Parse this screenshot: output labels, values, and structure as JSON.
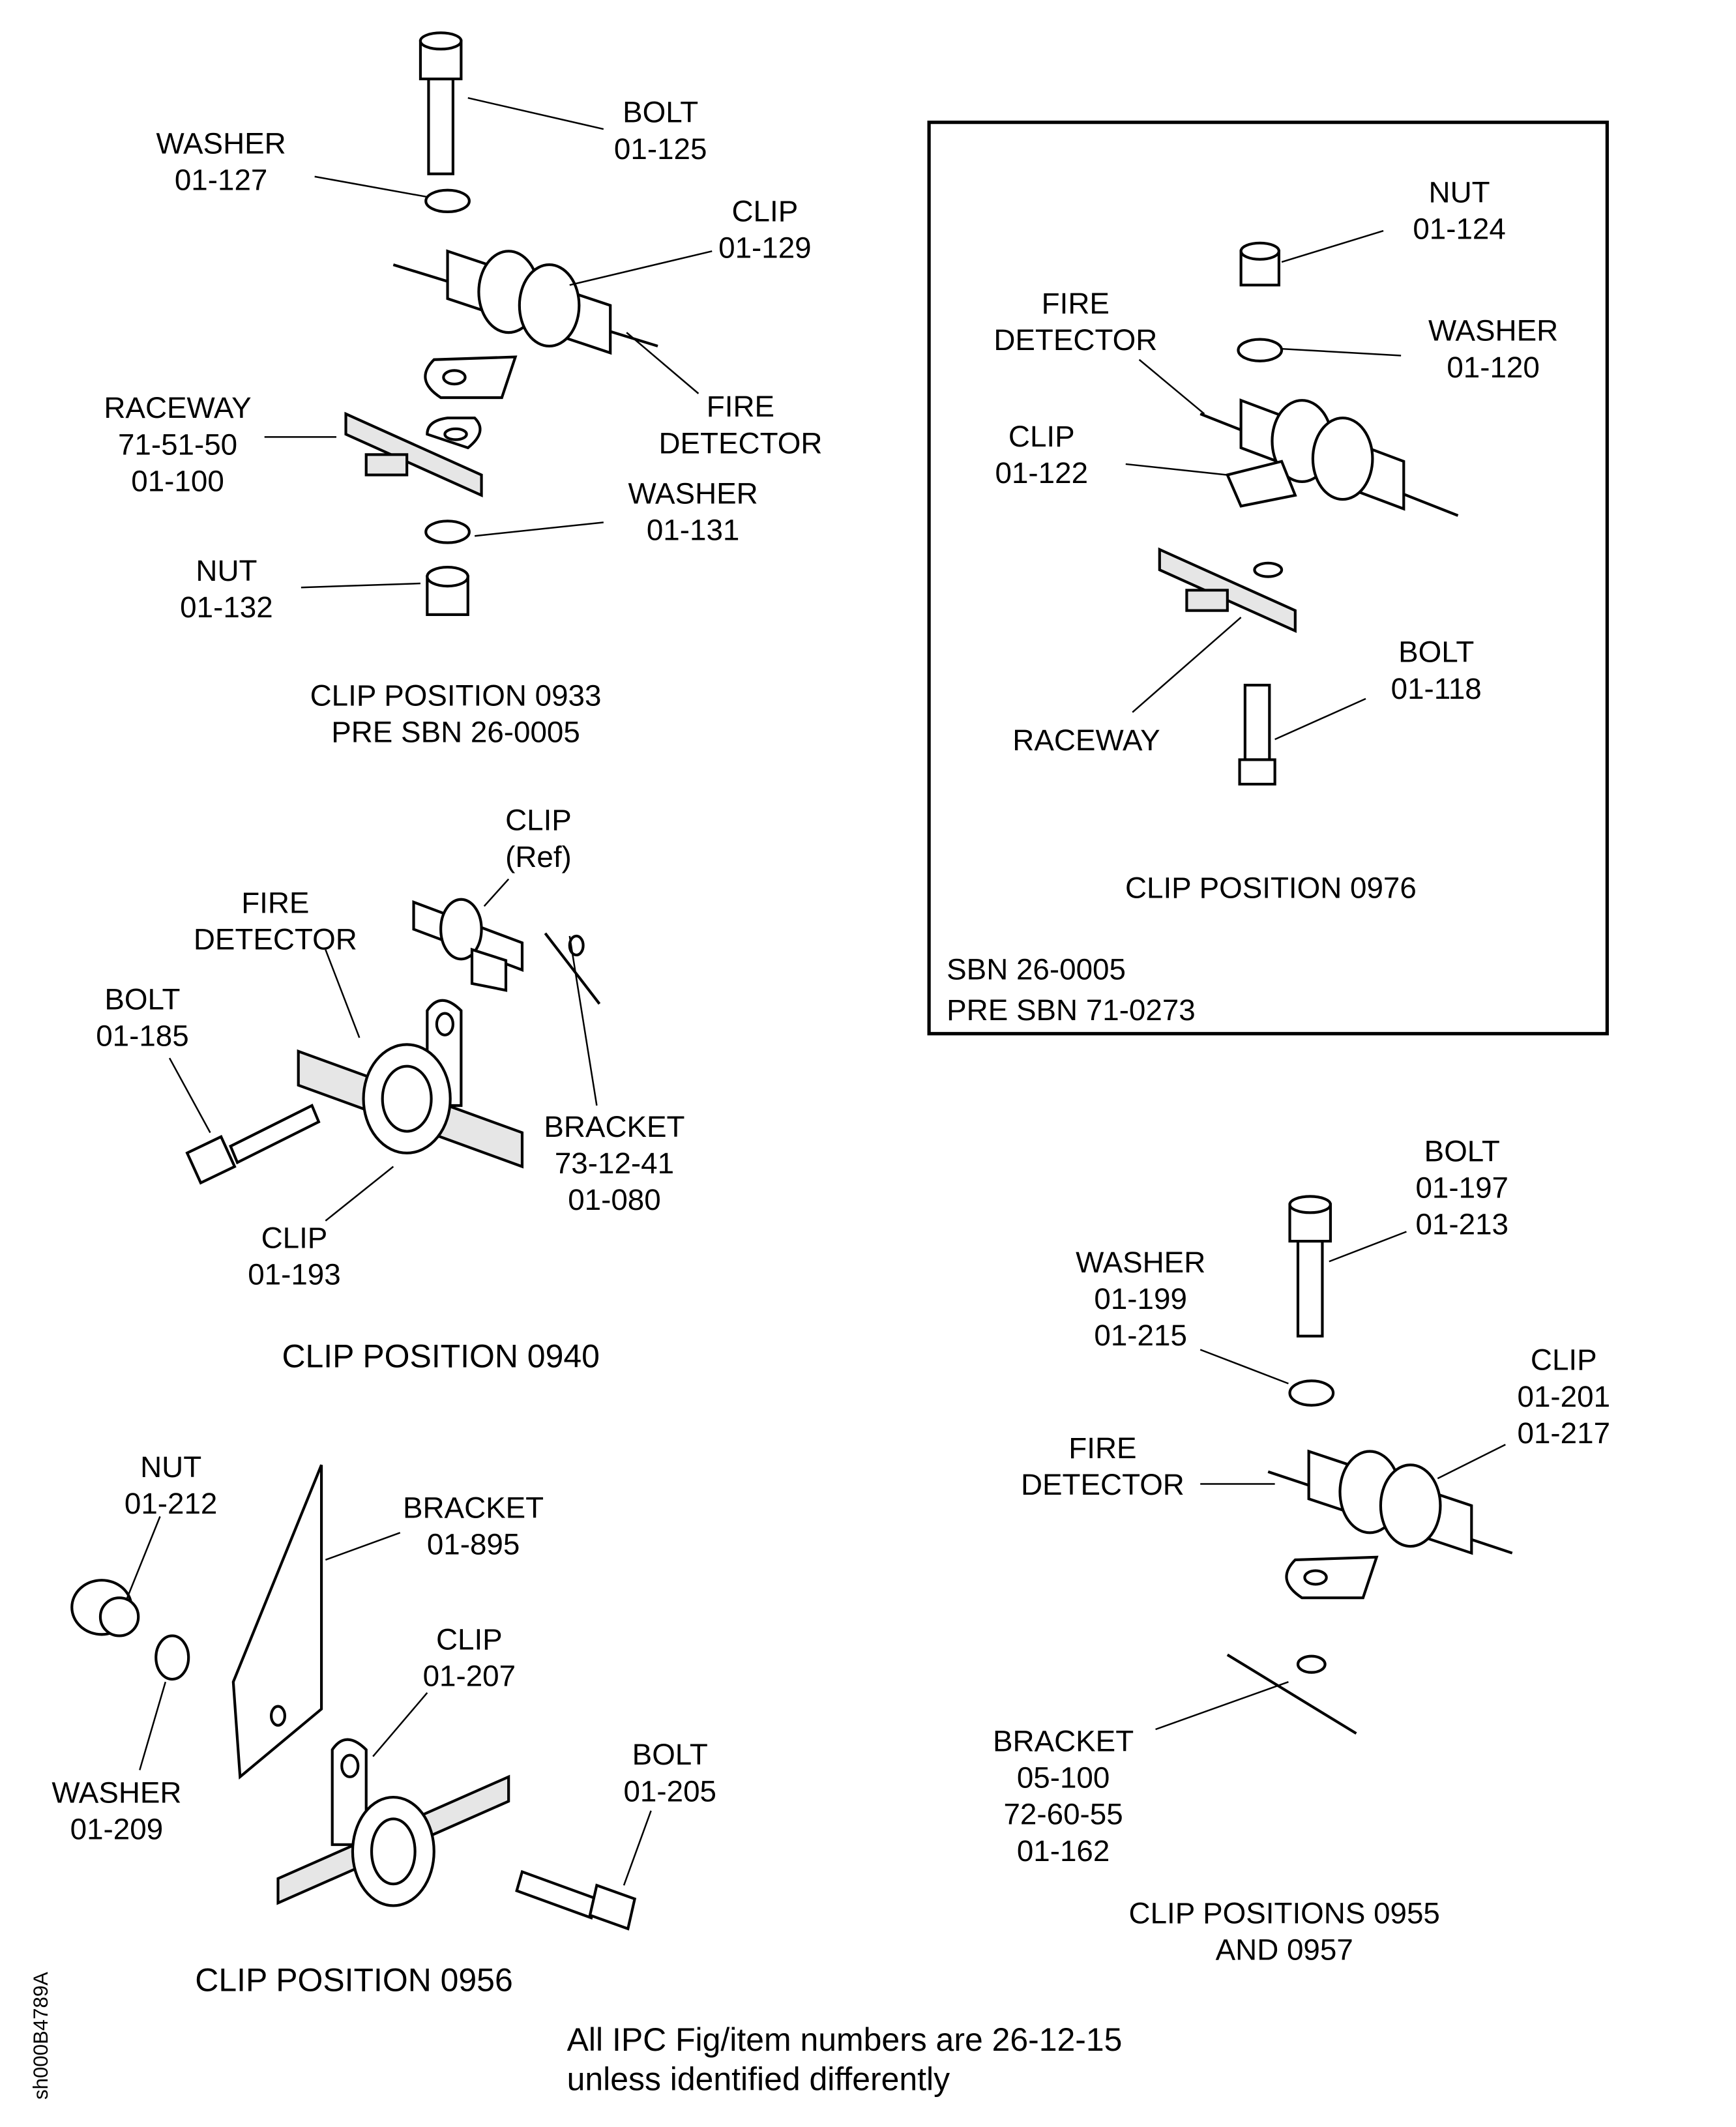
{
  "labels": {
    "bolt_0933": [
      "BOLT",
      "01-125"
    ],
    "washer_0933_top": [
      "WASHER",
      "01-127"
    ],
    "clip_0933": [
      "CLIP",
      "01-129"
    ],
    "raceway_0933": [
      "RACEWAY",
      "71-51-50",
      "01-100"
    ],
    "fire_detector_0933": [
      "FIRE",
      "DETECTOR"
    ],
    "washer_0933_bottom": [
      "WASHER",
      "01-131"
    ],
    "nut_0933": [
      "NUT",
      "01-132"
    ],
    "nut_0976": [
      "NUT",
      "01-124"
    ],
    "fire_detector_0976": [
      "FIRE",
      "DETECTOR"
    ],
    "washer_0976": [
      "WASHER",
      "01-120"
    ],
    "clip_0976": [
      "CLIP",
      "01-122"
    ],
    "bolt_0976": [
      "BOLT",
      "01-118"
    ],
    "raceway_0976": [
      "RACEWAY"
    ],
    "clip_ref_0940": [
      "CLIP",
      "(Ref)"
    ],
    "fire_detector_0940": [
      "FIRE",
      "DETECTOR"
    ],
    "bolt_0940": [
      "BOLT",
      "01-185"
    ],
    "bracket_0940": [
      "BRACKET",
      "73-12-41",
      "01-080"
    ],
    "clip_0940": [
      "CLIP",
      "01-193"
    ],
    "bolt_0955": [
      "BOLT",
      "01-197",
      "01-213"
    ],
    "washer_0955": [
      "WASHER",
      "01-199",
      "01-215"
    ],
    "clip_0955": [
      "CLIP",
      "01-201",
      "01-217"
    ],
    "fire_detector_0955": [
      "FIRE",
      "DETECTOR"
    ],
    "bracket_0955": [
      "BRACKET",
      "05-100",
      "72-60-55",
      "01-162"
    ],
    "nut_0956": [
      "NUT",
      "01-212"
    ],
    "bracket_0956": [
      "BRACKET",
      "01-895"
    ],
    "clip_0956": [
      "CLIP",
      "01-207"
    ],
    "bolt_0956": [
      "BOLT",
      "01-205"
    ],
    "washer_0956": [
      "WASHER",
      "01-209"
    ]
  },
  "captions": {
    "pos_0933": [
      "CLIP POSITION 0933",
      "PRE SBN 26-0005"
    ],
    "pos_0976": [
      "CLIP POSITION 0976"
    ],
    "sbn_0976": [
      "SBN 26-0005",
      "PRE SBN 71-0273"
    ],
    "pos_0940": [
      "CLIP POSITION 0940"
    ],
    "pos_0955": [
      "CLIP POSITIONS 0955",
      "AND 0957"
    ],
    "pos_0956": [
      "CLIP POSITION 0956"
    ]
  },
  "footer": [
    "All IPC Fig/item numbers are 26-12-15",
    "unless identified differently"
  ],
  "drawing_id": "sh000B4789A"
}
